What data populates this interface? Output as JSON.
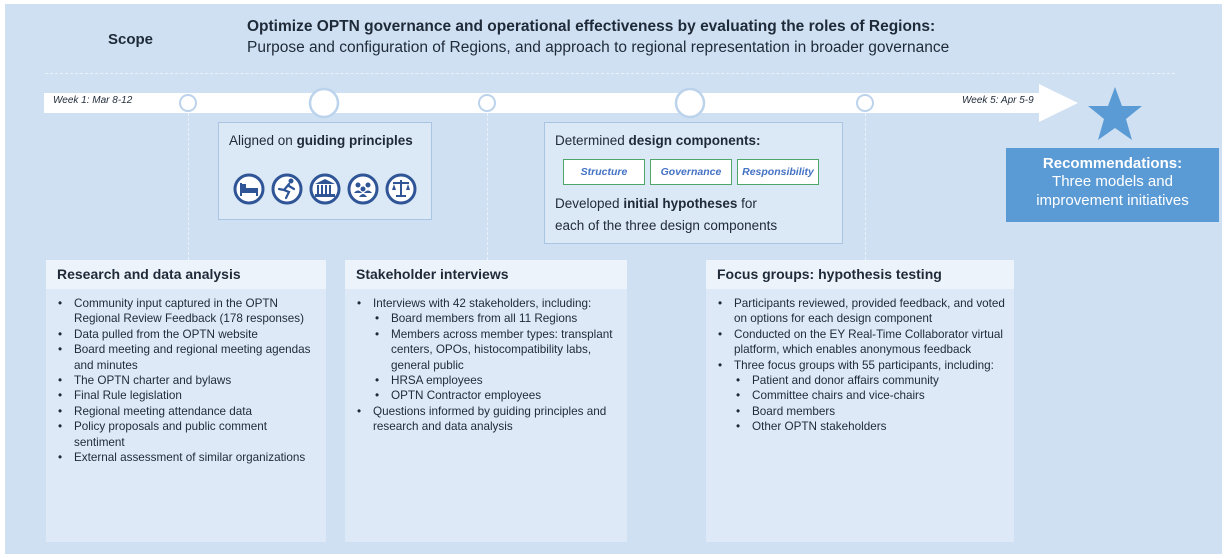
{
  "header": {
    "scope_label": "Scope",
    "title": "Optimize OPTN governance and operational effectiveness by evaluating the roles of Regions:",
    "subtitle": "Purpose and configuration of Regions, and approach to regional representation in broader governance"
  },
  "timeline": {
    "start_label": "Week 1: Mar 8-12",
    "end_label": "Week 5: Apr 5-9"
  },
  "milestone1": {
    "text_pre": "Aligned on ",
    "text_bold": "guiding principles",
    "icons": [
      "hospital-bed-icon",
      "running-person-icon",
      "building-columns-icon",
      "people-group-icon",
      "balance-scale-icon"
    ]
  },
  "milestone2": {
    "line1_pre": "Determined ",
    "line1_bold": "design components:",
    "chips": [
      "Structure",
      "Governance",
      "Responsibility"
    ],
    "line2_pre": "Developed ",
    "line2_bold": "initial hypotheses",
    "line2_post": " for",
    "line3": "each of the three design components"
  },
  "recommendation": {
    "title": "Recommendations:",
    "line1": "Three models and",
    "line2": "improvement initiatives"
  },
  "sections": [
    {
      "heading": "Research and data analysis",
      "items": [
        {
          "text": "Community input captured in the OPTN Regional Review Feedback (178 responses)",
          "level": 1
        },
        {
          "text": "Data pulled from the OPTN website",
          "level": 1
        },
        {
          "text": "Board meeting and regional meeting agendas and minutes",
          "level": 1
        },
        {
          "text": "The OPTN charter and bylaws",
          "level": 1
        },
        {
          "text": "Final Rule legislation",
          "level": 1
        },
        {
          "text": "Regional meeting attendance data",
          "level": 1
        },
        {
          "text": "Policy proposals and public comment sentiment",
          "level": 1
        },
        {
          "text": "External assessment of similar organizations",
          "level": 1
        }
      ]
    },
    {
      "heading": "Stakeholder interviews",
      "items": [
        {
          "text": "Interviews with 42 stakeholders, including:",
          "level": 1
        },
        {
          "text": "Board members from all 11 Regions",
          "level": 2
        },
        {
          "text": "Members across member types: transplant centers, OPOs, histocompatibility labs, general public",
          "level": 2
        },
        {
          "text": "HRSA employees",
          "level": 2
        },
        {
          "text": "OPTN Contractor employees",
          "level": 2
        },
        {
          "text": "Questions informed by guiding principles and research and data analysis",
          "level": 1
        }
      ]
    },
    {
      "heading": "Focus groups: hypothesis testing",
      "items": [
        {
          "text": "Participants reviewed, provided feedback, and voted on options for each design component",
          "level": 1
        },
        {
          "text": "Conducted on the EY Real-Time Collaborator virtual platform, which enables anonymous feedback",
          "level": 1
        },
        {
          "text": "Three focus groups with 55 participants, including:",
          "level": 1
        },
        {
          "text": "Patient and donor affairs community",
          "level": 2
        },
        {
          "text": "Committee chairs and vice-chairs",
          "level": 2
        },
        {
          "text": "Board members",
          "level": 2
        },
        {
          "text": "Other OPTN stakeholders",
          "level": 2
        }
      ]
    }
  ],
  "colors": {
    "background": "#cfe0f3",
    "arrow": "#ffffff",
    "star": "#5b9bd5",
    "recommendation_box": "#5b9bd5",
    "chip_border": "#4ea66a",
    "chip_text": "#4472c4",
    "icon_blue": "#2f5597"
  }
}
